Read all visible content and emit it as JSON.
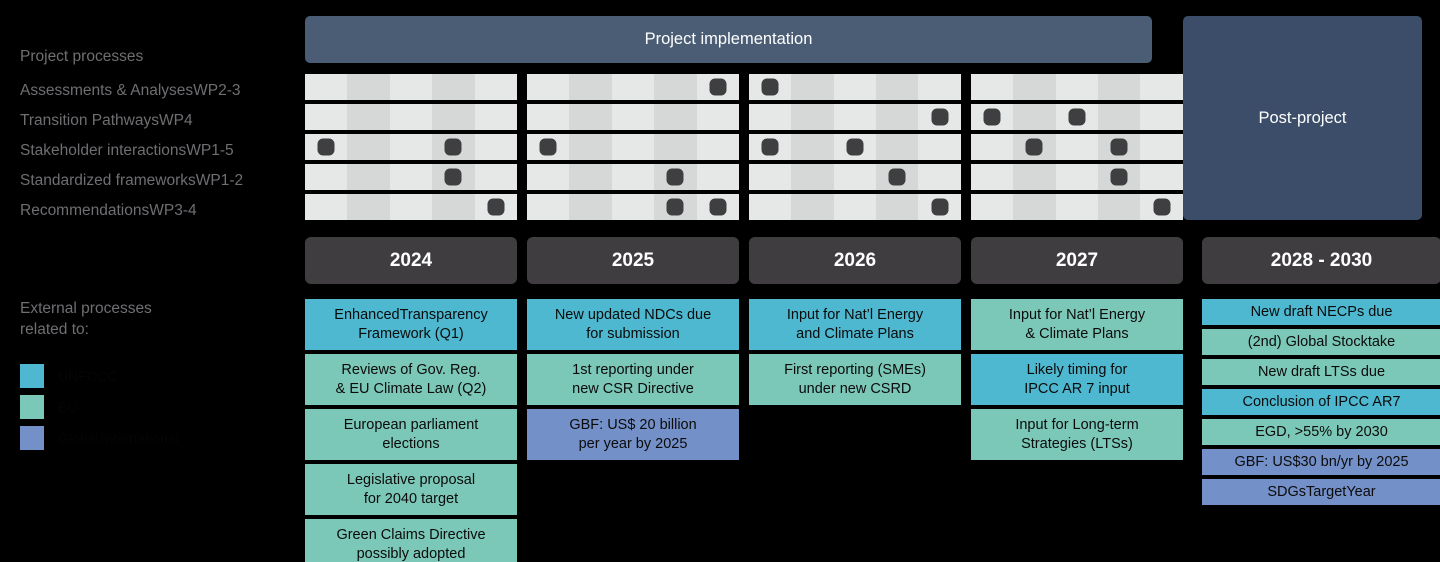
{
  "colors": {
    "background": "#000000",
    "implementation_banner": "#4b5d75",
    "post_project": "#3b4d68",
    "year_bar": "#3f3d40",
    "grid_cell_light": "#e6e7e7",
    "grid_cell_dark": "#d6d7d7",
    "dot": "#3f3f42",
    "label_text": "#6f6f73",
    "category_unfccc": "#4db8cf",
    "category_eu": "#7cc8b8",
    "category_global": "#7490c8"
  },
  "left": {
    "project_header": "Project processes",
    "rows": [
      "Assessments & AnalysesWP2-3",
      "Transition PathwaysWP4",
      "Stakeholder interactionsWP1-5",
      "Standardized frameworksWP1-2",
      "RecommendationsWP3-4"
    ],
    "external_title": "External processes\nrelated to:",
    "legend": [
      {
        "color_key": "category_unfccc",
        "label": "UNFCCC"
      },
      {
        "color_key": "category_eu",
        "label": "EU"
      },
      {
        "color_key": "category_global",
        "label": "Global/international"
      }
    ]
  },
  "banners": {
    "implementation": "Project implementation",
    "post_project": "Post-project"
  },
  "years": [
    {
      "label": "2024"
    },
    {
      "label": "2025"
    },
    {
      "label": "2026"
    },
    {
      "label": "2027"
    },
    {
      "label": "2028 - 2030"
    }
  ],
  "gantt": {
    "columns_per_year": 5,
    "years": [
      "2024",
      "2025",
      "2026",
      "2027"
    ],
    "rows": [
      {
        "name": "Assessments & AnalysesWP2-3",
        "dots": [
          [],
          [
            5
          ],
          [
            1
          ],
          []
        ]
      },
      {
        "name": "Transition PathwaysWP4",
        "dots": [
          [],
          [],
          [
            5
          ],
          [
            1,
            3
          ]
        ]
      },
      {
        "name": "Stakeholder interactionsWP1-5",
        "dots": [
          [
            1,
            4
          ],
          [
            1
          ],
          [
            1,
            3
          ],
          [
            2,
            4
          ]
        ]
      },
      {
        "name": "Standardized frameworksWP1-2",
        "dots": [
          [
            4
          ],
          [
            4
          ],
          [
            4
          ],
          [
            4
          ]
        ]
      },
      {
        "name": "RecommendationsWP3-4",
        "dots": [
          [
            5
          ],
          [
            4,
            5
          ],
          [
            5
          ],
          [
            5
          ]
        ]
      }
    ]
  },
  "external_processes": {
    "2024": [
      {
        "text": "EnhancedTransparency\nFramework (Q1)",
        "color_key": "category_unfccc",
        "lines": 2
      },
      {
        "text": "Reviews of Gov. Reg.\n& EU Climate Law (Q2)",
        "color_key": "category_eu",
        "lines": 2
      },
      {
        "text": "European parliament\nelections",
        "color_key": "category_eu",
        "lines": 2
      },
      {
        "text": "Legislative proposal\nfor 2040 target",
        "color_key": "category_eu",
        "lines": 2
      },
      {
        "text": "Green Claims Directive\npossibly adopted",
        "color_key": "category_eu",
        "lines": 2
      }
    ],
    "2025": [
      {
        "text": "New updated NDCs due\nfor submission",
        "color_key": "category_unfccc",
        "lines": 2
      },
      {
        "text": "1st reporting under\nnew CSR Directive",
        "color_key": "category_eu",
        "lines": 2
      },
      {
        "text": "GBF: US$ 20 billion\nper year by 2025",
        "color_key": "category_global",
        "lines": 2
      }
    ],
    "2026": [
      {
        "text": "Input for Nat’l Energy\nand Climate Plans",
        "color_key": "category_unfccc",
        "lines": 2
      },
      {
        "text": "First reporting (SMEs)\nunder new CSRD",
        "color_key": "category_eu",
        "lines": 2
      }
    ],
    "2027": [
      {
        "text": "Input for Nat’l Energy\n& Climate Plans",
        "color_key": "category_eu",
        "lines": 2
      },
      {
        "text": "Likely timing for\nIPCC AR 7 input",
        "color_key": "category_unfccc",
        "lines": 2
      },
      {
        "text": "Input for Long-term\nStrategies (LTSs)",
        "color_key": "category_eu",
        "lines": 2
      }
    ],
    "2028 - 2030": [
      {
        "text": "New draft NECPs due",
        "color_key": "category_unfccc",
        "lines": 1
      },
      {
        "text": "(2nd) Global Stocktake",
        "color_key": "category_eu",
        "lines": 1
      },
      {
        "text": "New draft LTSs due",
        "color_key": "category_eu",
        "lines": 1
      },
      {
        "text": "Conclusion of IPCC AR7",
        "color_key": "category_unfccc",
        "lines": 1
      },
      {
        "text": "EGD, >55% by 2030",
        "color_key": "category_eu",
        "lines": 1
      },
      {
        "text": "GBF: US$30 bn/yr by 2025",
        "color_key": "category_global",
        "lines": 1
      },
      {
        "text": "SDGsTargetYear",
        "color_key": "category_global",
        "lines": 1
      }
    ]
  }
}
